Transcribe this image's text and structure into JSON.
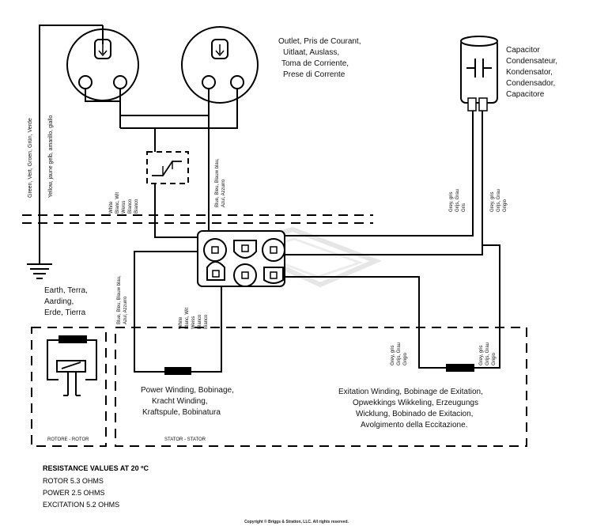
{
  "outlet": {
    "lines": [
      "Outlet, Pris de Courant,",
      "Uitlaat, Auslass,",
      "Toma de Corriente,",
      "Prese di Corrente"
    ]
  },
  "capacitor": {
    "lines": [
      "Capacitor",
      "Condensateur,",
      "Kondensator,",
      "Condensador,",
      "Capacitore"
    ]
  },
  "earth": {
    "lines": [
      "Earth, Terra,",
      "Aarding,",
      "Erde, Tierra"
    ]
  },
  "power_winding": {
    "lines": [
      "Power Winding, Bobinage,",
      "Kracht  Winding,",
      "Kraftspule, Bobinatura"
    ]
  },
  "excitation_winding": {
    "lines": [
      "Exitation Winding, Bobinage de Exitation,",
      "Opwekkings Wikkeling, Erzeugungs",
      "Wicklung, Bobinado de Exitacion,",
      "Avolgimento della  Eccitazione."
    ]
  },
  "rotor_label": "ROTORE - ROTOR",
  "stator_label": "STATOR - STATOR",
  "wire_labels": {
    "green_yellow": "Green, Vert, Groen, Grün, Verde",
    "yellow_green": "Yellow, jaune gelb, amarillo, giallo",
    "white_top": [
      "White",
      "Blanc, Wit",
      "Weiss",
      "Blanco",
      "Bianco"
    ],
    "blue_top": [
      "Blue, Bleu, Blauw blau,",
      "Azul, Azzurro"
    ],
    "grey_cap_left": [
      "Grey, gris",
      "Grijs, Grau",
      "Gris"
    ],
    "grey_cap_right": [
      "Grey, gris",
      "Grijs, Grau",
      "Grigio"
    ],
    "blue_bottom": [
      "Blue, Bleu, Blauw blau,",
      "Azul, Azzurro"
    ],
    "white_bottom": [
      "White",
      "Blanc, Wit",
      "Weiss",
      "Blanco",
      "Bianco"
    ],
    "grey_exc_left": [
      "Grey, gris",
      "Grijs, Grau",
      "Grigio"
    ],
    "grey_exc_right": [
      "Grey, gris",
      "Grijs, Grau",
      "Grigio"
    ]
  },
  "resistance": {
    "title": "RESISTANCE VALUES AT 20 ºC",
    "rotor": "ROTOR 5.3 OHMS",
    "power": "POWER 2.5 OHMS",
    "excitation": "EXCITATION 5.2 OHMS"
  },
  "copyright": "Copyright © Briggs & Stratton, LLC. All rights reserved."
}
